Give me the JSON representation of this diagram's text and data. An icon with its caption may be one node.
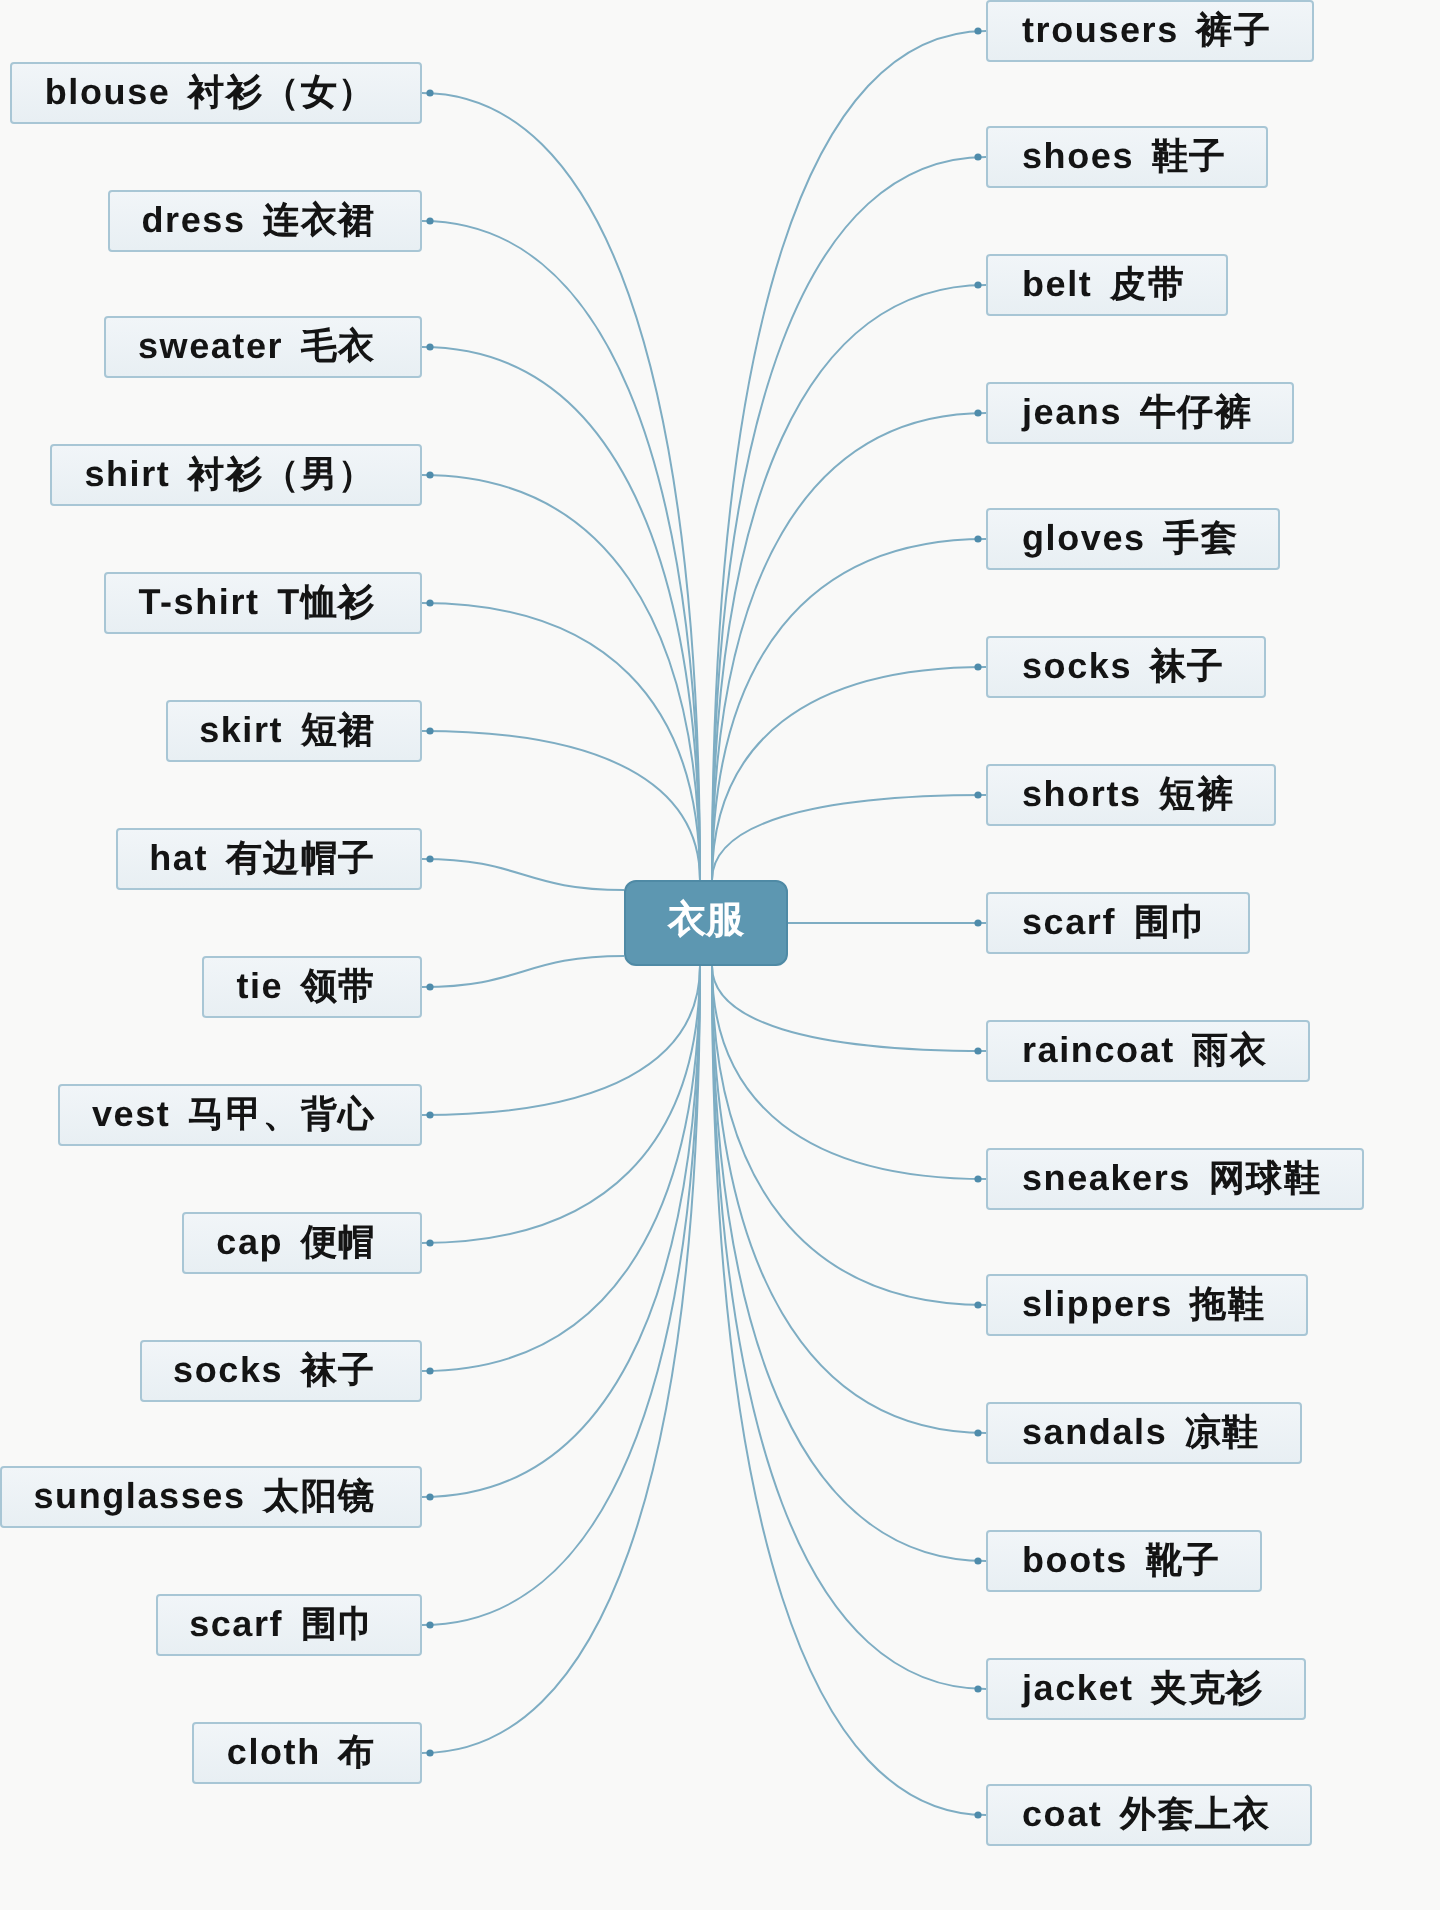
{
  "diagram": {
    "nodes": [
      {
        "text": [
          "衣服"
        ]
      },
      {
        "text": [
          "blouse 衬衫（女）"
        ]
      },
      {
        "text": [
          "dress 连衣裙"
        ]
      },
      {
        "text": [
          "sweater 毛衣"
        ]
      },
      {
        "text": [
          "shirt 衬衫（男）"
        ]
      },
      {
        "text": [
          "T-shirt T恤衫"
        ]
      },
      {
        "text": [
          "skirt 短裙"
        ]
      },
      {
        "text": [
          "hat 有边帽子"
        ]
      },
      {
        "text": [
          "tie 领带"
        ]
      },
      {
        "text": [
          "vest 马甲、背心"
        ]
      },
      {
        "text": [
          "cap 便帽"
        ]
      },
      {
        "text": [
          "socks 袜子"
        ]
      },
      {
        "text": [
          "sunglasses 太阳镜"
        ]
      },
      {
        "text": [
          "scarf 围巾"
        ]
      },
      {
        "text": [
          "cloth 布"
        ]
      },
      {
        "text": [
          "trousers 裤子"
        ]
      },
      {
        "text": [
          "shoes 鞋子"
        ]
      },
      {
        "text": [
          "belt 皮带"
        ]
      },
      {
        "text": [
          "jeans 牛仔裤"
        ]
      },
      {
        "text": [
          "gloves 手套"
        ]
      },
      {
        "text": [
          "socks 袜子"
        ]
      },
      {
        "text": [
          "shorts 短裤"
        ]
      },
      {
        "text": [
          "scarf 围巾"
        ]
      },
      {
        "text": [
          "raincoat 雨衣"
        ]
      },
      {
        "text": [
          "sneakers 网球鞋"
        ]
      },
      {
        "text": [
          "slippers 拖鞋"
        ]
      },
      {
        "text": [
          "sandals 凉鞋"
        ]
      },
      {
        "text": [
          "boots 靴子"
        ]
      },
      {
        "text": [
          "jacket 夹克衫"
        ]
      },
      {
        "text": [
          "coat 外套上衣"
        ]
      }
    ],
    "edges": [
      {
        "from": 0,
        "to": 1,
        "arrow": "other"
      },
      {
        "from": 0,
        "to": 2,
        "arrow": "other"
      },
      {
        "from": 0,
        "to": 3,
        "arrow": "other"
      },
      {
        "from": 0,
        "to": 4,
        "arrow": "other"
      },
      {
        "from": 0,
        "to": 5,
        "arrow": "other"
      },
      {
        "from": 0,
        "to": 6,
        "arrow": "other"
      },
      {
        "from": 0,
        "to": 7,
        "arrow": "other"
      },
      {
        "from": 0,
        "to": 8,
        "arrow": "other"
      },
      {
        "from": 0,
        "to": 9,
        "arrow": "other"
      },
      {
        "from": 0,
        "to": 10,
        "arrow": "other"
      },
      {
        "from": 0,
        "to": 11,
        "arrow": "other"
      },
      {
        "from": 0,
        "to": 12,
        "arrow": "other"
      },
      {
        "from": 0,
        "to": 13,
        "arrow": "other"
      },
      {
        "from": 0,
        "to": 14,
        "arrow": "other"
      },
      {
        "from": 0,
        "to": 15,
        "arrow": "other"
      },
      {
        "from": 0,
        "to": 16,
        "arrow": "other"
      },
      {
        "from": 0,
        "to": 17,
        "arrow": "other"
      },
      {
        "from": 0,
        "to": 18,
        "arrow": "other"
      },
      {
        "from": 0,
        "to": 19,
        "arrow": "other"
      },
      {
        "from": 0,
        "to": 20,
        "arrow": "other"
      },
      {
        "from": 0,
        "to": 21,
        "arrow": "other"
      },
      {
        "from": 0,
        "to": 22,
        "arrow": "other"
      },
      {
        "from": 0,
        "to": 23,
        "arrow": "other"
      },
      {
        "from": 0,
        "to": 24,
        "arrow": "other"
      },
      {
        "from": 0,
        "to": 25,
        "arrow": "other"
      },
      {
        "from": 0,
        "to": 26,
        "arrow": "other"
      },
      {
        "from": 0,
        "to": 27,
        "arrow": "other"
      },
      {
        "from": 0,
        "to": 28,
        "arrow": "other"
      },
      {
        "from": 0,
        "to": 29,
        "arrow": "other"
      }
    ]
  }
}
